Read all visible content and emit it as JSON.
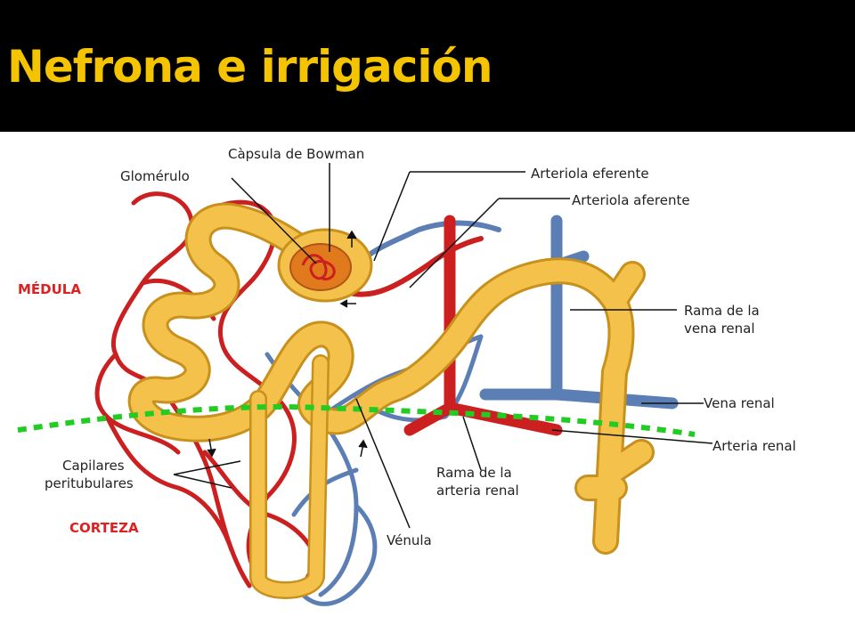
{
  "slide": {
    "title": "Nefrona e irrigación",
    "title_color": "#F5C400",
    "background": "#000000"
  },
  "diagram": {
    "labels": {
      "capsula": "Càpsula de Bowman",
      "glomerulo": "Glomérulo",
      "arteriola_eferente": "Arteriola eferente",
      "arteriola_aferente": "Arteriola aferente",
      "medula": "MÉDULA",
      "rama_vena_1": "Rama de la",
      "rama_vena_2": "vena renal",
      "vena_renal": "Vena renal",
      "arteria_renal": "Arteria renal",
      "capilares_1": "Capilares",
      "capilares_2": "peritubulares",
      "rama_arteria_1": "Rama de la",
      "rama_arteria_2": "arteria renal",
      "corteza": "CORTEZA",
      "venula": "Vénula"
    },
    "colors": {
      "tubule": "#F4C24A",
      "tubule_stroke": "#C8901C",
      "artery": "#CC1F1F",
      "vein": "#5B7FB5",
      "boundary": "#22CC22",
      "zone_label": "#E02020"
    }
  }
}
